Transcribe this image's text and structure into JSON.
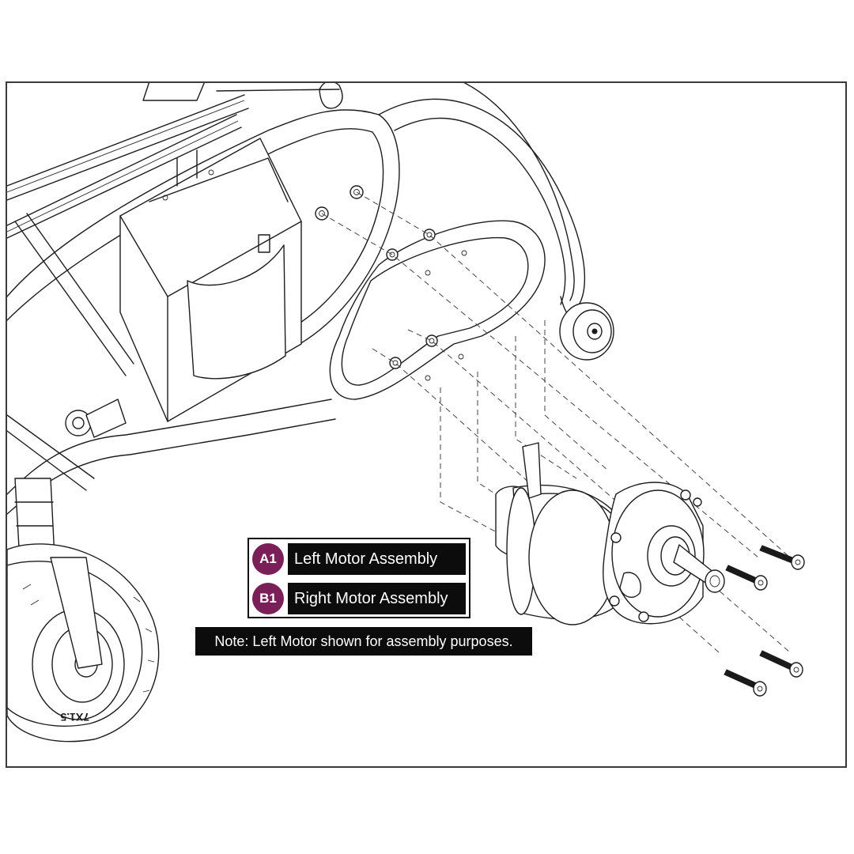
{
  "legend": {
    "badge_color": "#7a1f57",
    "items": [
      {
        "code": "A1",
        "label": "Left Motor Assembly"
      },
      {
        "code": "B1",
        "label": "Right Motor Assembly"
      }
    ]
  },
  "note": "Note: Left Motor shown for assembly purposes.",
  "tire_marking": "7X1.5"
}
